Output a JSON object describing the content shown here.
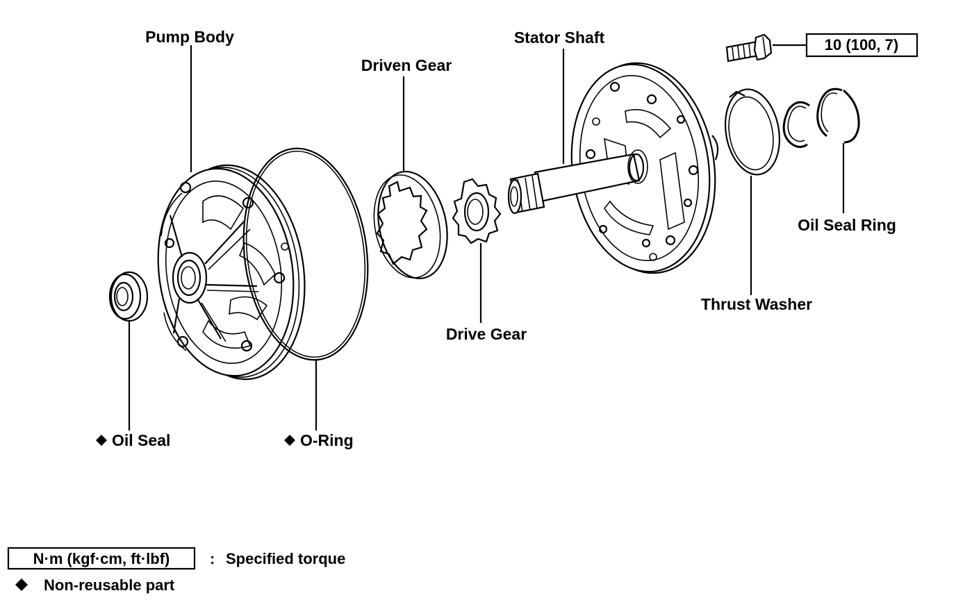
{
  "labels": {
    "pump_body": "Pump Body",
    "driven_gear": "Driven Gear",
    "stator_shaft": "Stator Shaft",
    "torque_value": "10 (100, 7)",
    "oil_seal_ring": "Oil Seal Ring",
    "thrust_washer": "Thrust Washer",
    "drive_gear": "Drive Gear",
    "oil_seal": "Oil Seal",
    "o_ring": "O-Ring"
  },
  "legend": {
    "torque_units": "N·m (kgf·cm, ft·lbf)",
    "torque_separator": ":",
    "torque_desc": "Specified torque",
    "nonreusable_desc": "Non-reusable part"
  },
  "icons": {
    "nonreusable_marker": "diamond-icon"
  },
  "colors": {
    "line": "#000000",
    "background": "#ffffff"
  }
}
